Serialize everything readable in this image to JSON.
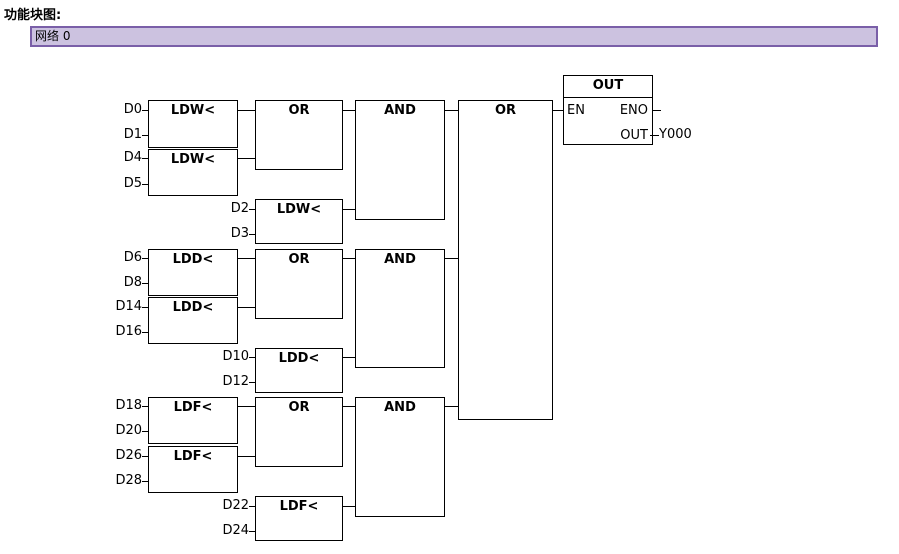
{
  "page": {
    "title": "功能块图:"
  },
  "network": {
    "label": "网络 0"
  },
  "colors": {
    "network_fill": "#ccc2e0",
    "network_border": "#7a5fa8"
  },
  "diagram": {
    "block_labels": [
      "LDW<",
      "LDW<",
      "OR",
      "LDW<",
      "AND",
      "LDD<",
      "LDD<",
      "OR",
      "LDD<",
      "AND",
      "LDF<",
      "LDF<",
      "OR",
      "LDF<",
      "AND",
      "OR"
    ],
    "operands": [
      "D0",
      "D1",
      "D4",
      "D5",
      "D2",
      "D3",
      "D6",
      "D8",
      "D14",
      "D16",
      "D10",
      "D12",
      "D18",
      "D20",
      "D26",
      "D28",
      "D22",
      "D24"
    ],
    "out": {
      "title": "OUT",
      "en_pin": "EN",
      "eno_pin": "ENO",
      "out_pin": "OUT",
      "operand": "Y000"
    }
  }
}
